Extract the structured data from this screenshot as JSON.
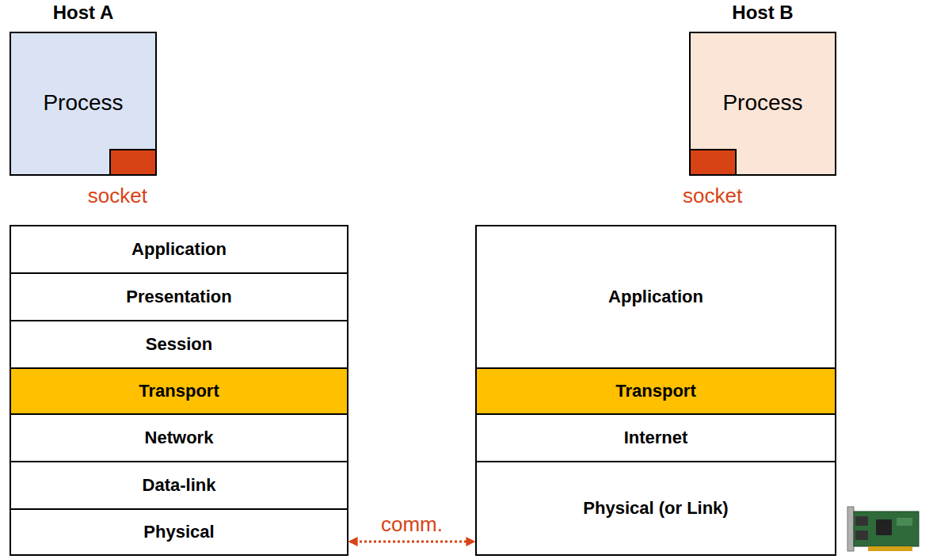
{
  "diagram": {
    "nodes": [
      {
        "text": [
          "Host A",
          "Process"
        ]
      },
      {
        "text": [
          "socket"
        ],
        "in": 0
      },
      {
        "text": [
          "Host B",
          "Process"
        ]
      },
      {
        "text": [
          "socket"
        ],
        "in": 2
      },
      {
        "text": [
          "Application"
        ]
      },
      {
        "text": [
          "Presentation"
        ]
      },
      {
        "text": [
          "Session"
        ]
      },
      {
        "text": [
          "Transport"
        ]
      },
      {
        "text": [
          "Network"
        ]
      },
      {
        "text": [
          "Data-link"
        ]
      },
      {
        "text": [
          "Physical"
        ]
      },
      {
        "text": [
          "Application"
        ]
      },
      {
        "text": [
          "Transport"
        ]
      },
      {
        "text": [
          "Internet"
        ]
      },
      {
        "text": [
          "Physical (or Link)"
        ]
      }
    ],
    "edges": [
      {
        "from": 10,
        "to": 14,
        "label": "comm.",
        "arrow": "both"
      }
    ]
  }
}
